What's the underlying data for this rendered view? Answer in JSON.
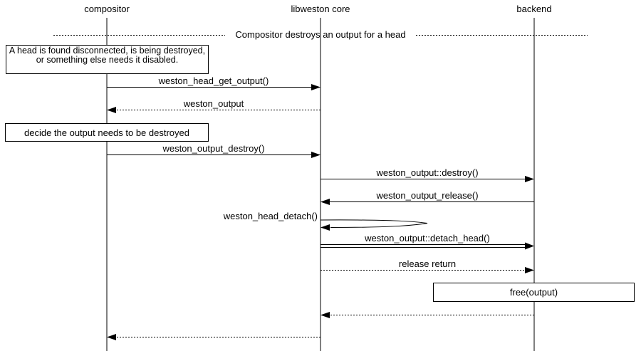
{
  "diagram": {
    "title_hint": "sequence diagram: compositor destroys an output for a head",
    "colors": {
      "line": "#000000",
      "text": "#000000",
      "background": "#ffffff"
    },
    "actors": [
      {
        "name": "compositor"
      },
      {
        "name": "libweston core"
      },
      {
        "name": "backend"
      }
    ],
    "divider": {
      "label": "Compositor destroys an output for a head"
    },
    "notes": [
      {
        "text": "A head is found disconnected, is being destroyed, or something else needs it disabled."
      },
      {
        "text": "decide the output needs to be destroyed"
      },
      {
        "text": "free(output)"
      }
    ],
    "messages": [
      {
        "label": "weston_head_get_output()",
        "from": "compositor",
        "to": "libweston core",
        "style": "solid"
      },
      {
        "label": "weston_output",
        "from": "libweston core",
        "to": "compositor",
        "style": "dashed"
      },
      {
        "label": "weston_output_destroy()",
        "from": "compositor",
        "to": "libweston core",
        "style": "solid"
      },
      {
        "label": "weston_output::destroy()",
        "from": "libweston core",
        "to": "backend",
        "style": "solid"
      },
      {
        "label": "weston_output_release()",
        "from": "backend",
        "to": "libweston core",
        "style": "solid"
      },
      {
        "label": "weston_head_detach()",
        "from": "libweston core",
        "to": "libweston core",
        "style": "self"
      },
      {
        "label": "weston_output::detach_head()",
        "from": "libweston core",
        "to": "backend",
        "style": "double"
      },
      {
        "label": "release return",
        "from": "libweston core",
        "to": "backend",
        "style": "dashed"
      },
      {
        "label": "",
        "from": "backend",
        "to": "libweston core",
        "style": "dashed"
      },
      {
        "label": "",
        "from": "libweston core",
        "to": "compositor",
        "style": "dashed"
      }
    ]
  }
}
